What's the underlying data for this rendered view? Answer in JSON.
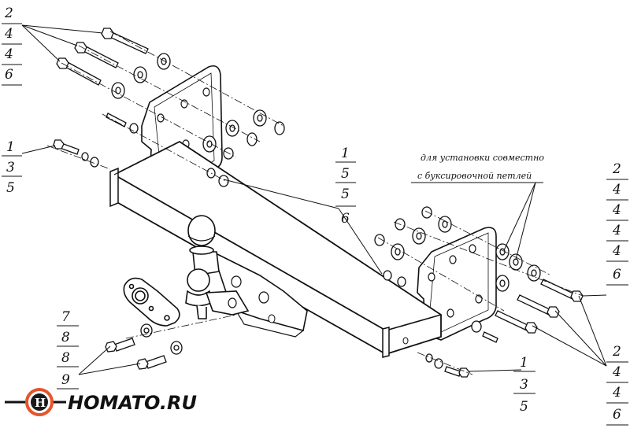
{
  "callouts": {
    "top_left": [
      "2",
      "4",
      "4",
      "6"
    ],
    "mid_left": [
      "1",
      "3",
      "5"
    ],
    "center": [
      "1",
      "5",
      "5",
      "6"
    ],
    "bottom_left": [
      "7",
      "8",
      "8",
      "9"
    ],
    "right_upper": [
      "2",
      "4",
      "4",
      "4",
      "4",
      "6"
    ],
    "right_lower": [
      "2",
      "4",
      "4",
      "6"
    ],
    "bottom_right": [
      "1",
      "3",
      "5"
    ]
  },
  "note": {
    "line1": "для установки совместно",
    "line2": "с буксировочной петлей"
  },
  "logo": {
    "text": "HOMATO.RU",
    "colors": {
      "ring": "#e8532b",
      "dark": "#1a1a1a"
    }
  }
}
